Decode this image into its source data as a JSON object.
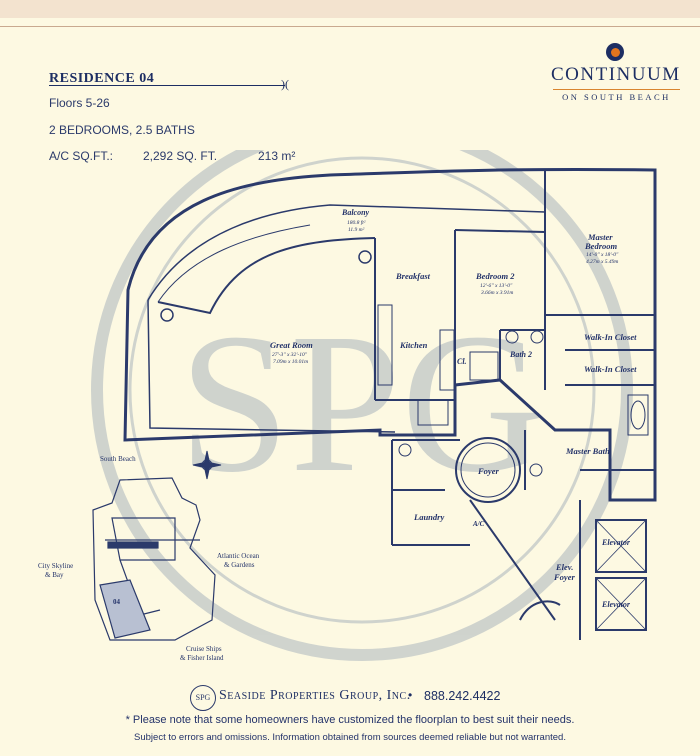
{
  "header": {
    "residence_title": "RESIDENCE 04",
    "floors": "Floors 5-26",
    "bedrooms": "2 BEDROOMS,  2.5 BATHS",
    "sqft_label": "A/C SQ.FT.:",
    "sqft_value": "2,292 SQ. FT.",
    "sqm_value": "213 m²"
  },
  "brand": {
    "name": "CONTINUUM",
    "tagline": "ON SOUTH BEACH",
    "accent_color": "#e2751f",
    "navy_color": "#1d2e63"
  },
  "watermark": {
    "text": "SPG"
  },
  "rooms": {
    "balcony": "Balcony",
    "balcony_area": "180.8 ft²",
    "balcony_area_m": "11.9 m²",
    "great_room": "Great Room",
    "great_room_dims": "27'-3\" x 32'-10\"",
    "great_room_dims_m": "7.09m x 10.01m",
    "breakfast": "Breakfast",
    "kitchen": "Kitchen",
    "closet": "Cl.",
    "bedroom2": "Bedroom 2",
    "bedroom2_dims": "12'-6\" x 13'-0\"",
    "bedroom2_dims_m": "3.66m x 3.91m",
    "bath2": "Bath 2",
    "master_bedroom_1": "Master",
    "master_bedroom_2": "Bedroom",
    "master_dims": "14'-0\" x 18'-0\"",
    "master_dims_m": "4.27m x 5.49m",
    "walkin1": "Walk-In Closet",
    "walkin2": "Walk-In Closet",
    "master_bath": "Master Bath",
    "foyer": "Foyer",
    "laundry": "Laundry",
    "ac": "A/C",
    "elev_foyer_1": "Elev.",
    "elev_foyer_2": "Foyer",
    "elevator1": "Elevator",
    "elevator2": "Elevator"
  },
  "site_map": {
    "south_beach": "South Beach",
    "city_skyline_1": "City Skyline",
    "city_skyline_2": "& Bay",
    "atlantic_1": "Atlantic Ocean",
    "atlantic_2": "& Gardens",
    "cruise_1": "Cruise Ships",
    "cruise_2": "& Fisher Island",
    "unit_number": "04"
  },
  "footer": {
    "logo_text": "SPG",
    "company": "Seaside Properties Group, Inc.",
    "bullet": "•",
    "phone": "888.242.4422",
    "note1": "* Please note that some homeowners have customized the floorplan to best suit their needs.",
    "note2": "Subject to errors and omissions. Information obtained from sources deemed reliable but not warranted."
  }
}
